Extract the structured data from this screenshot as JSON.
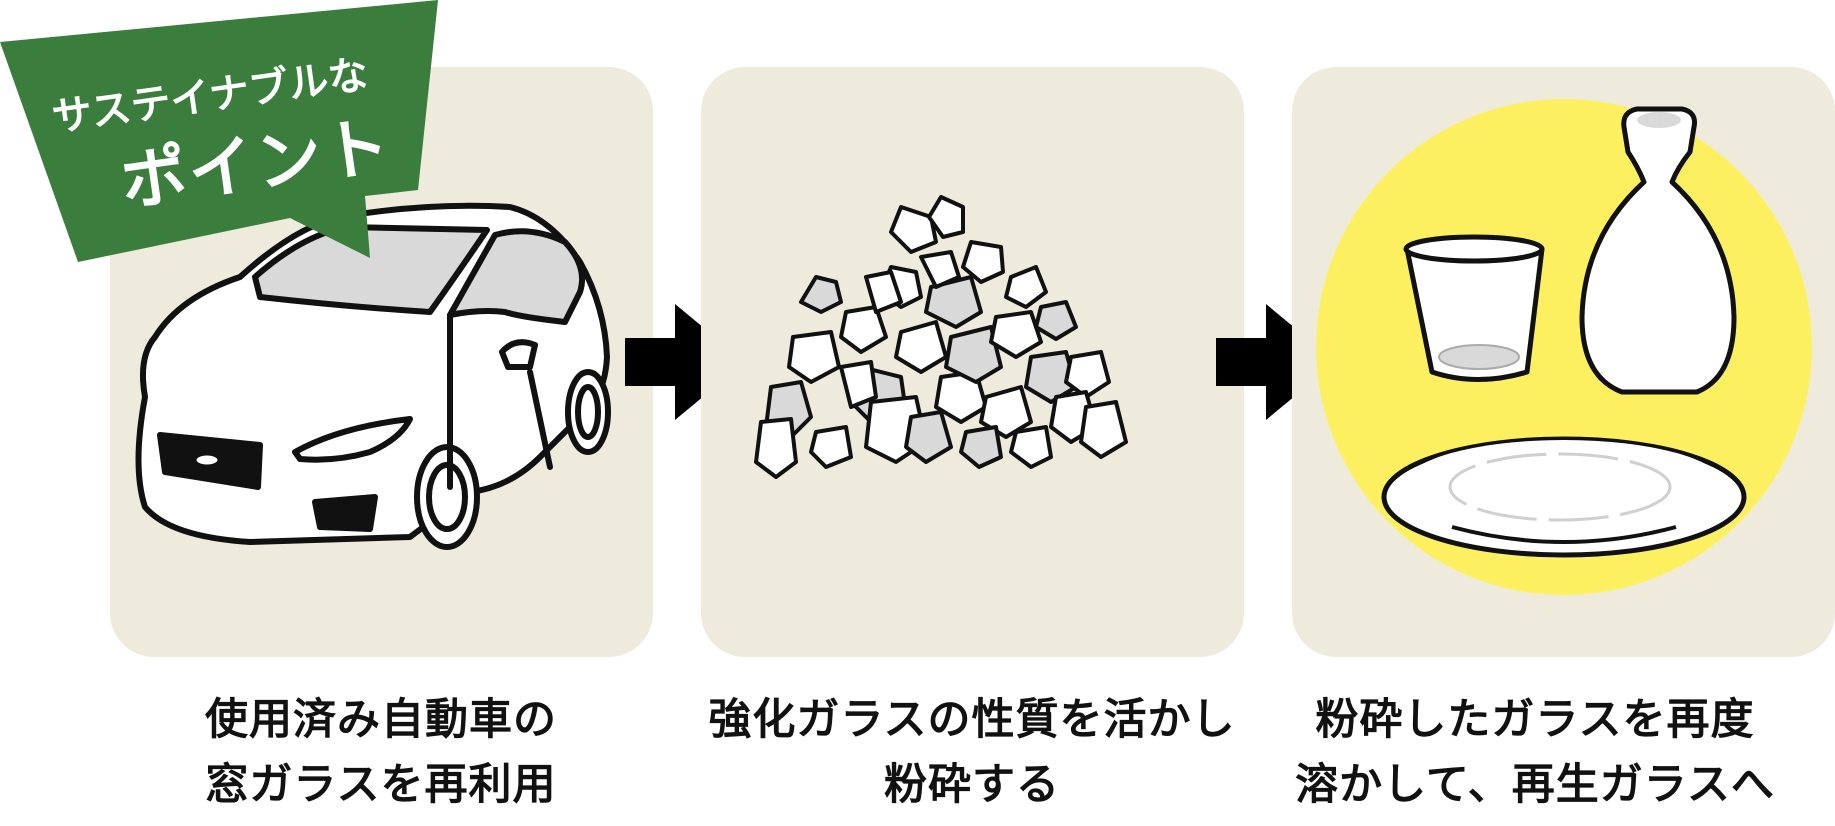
{
  "badge": {
    "line1": "サステイナブルな",
    "line2": "ポイント",
    "color": "#3a7d3c"
  },
  "steps": [
    {
      "caption_line1": "使用済み自動車の",
      "caption_line2": "窓ガラスを再利用",
      "illustration": "car-icon"
    },
    {
      "caption_line1": "強化ガラスの性質を活かし",
      "caption_line2": "粉砕する",
      "illustration": "crushed-glass-icon"
    },
    {
      "caption_line1": "粉砕したガラスを再度",
      "caption_line2": "溶かして、再生ガラスへ",
      "illustration": "glassware-icon"
    }
  ],
  "colors": {
    "panel_bg": "#efebdc",
    "highlight": "#fdf060",
    "arrow": "#000000"
  }
}
